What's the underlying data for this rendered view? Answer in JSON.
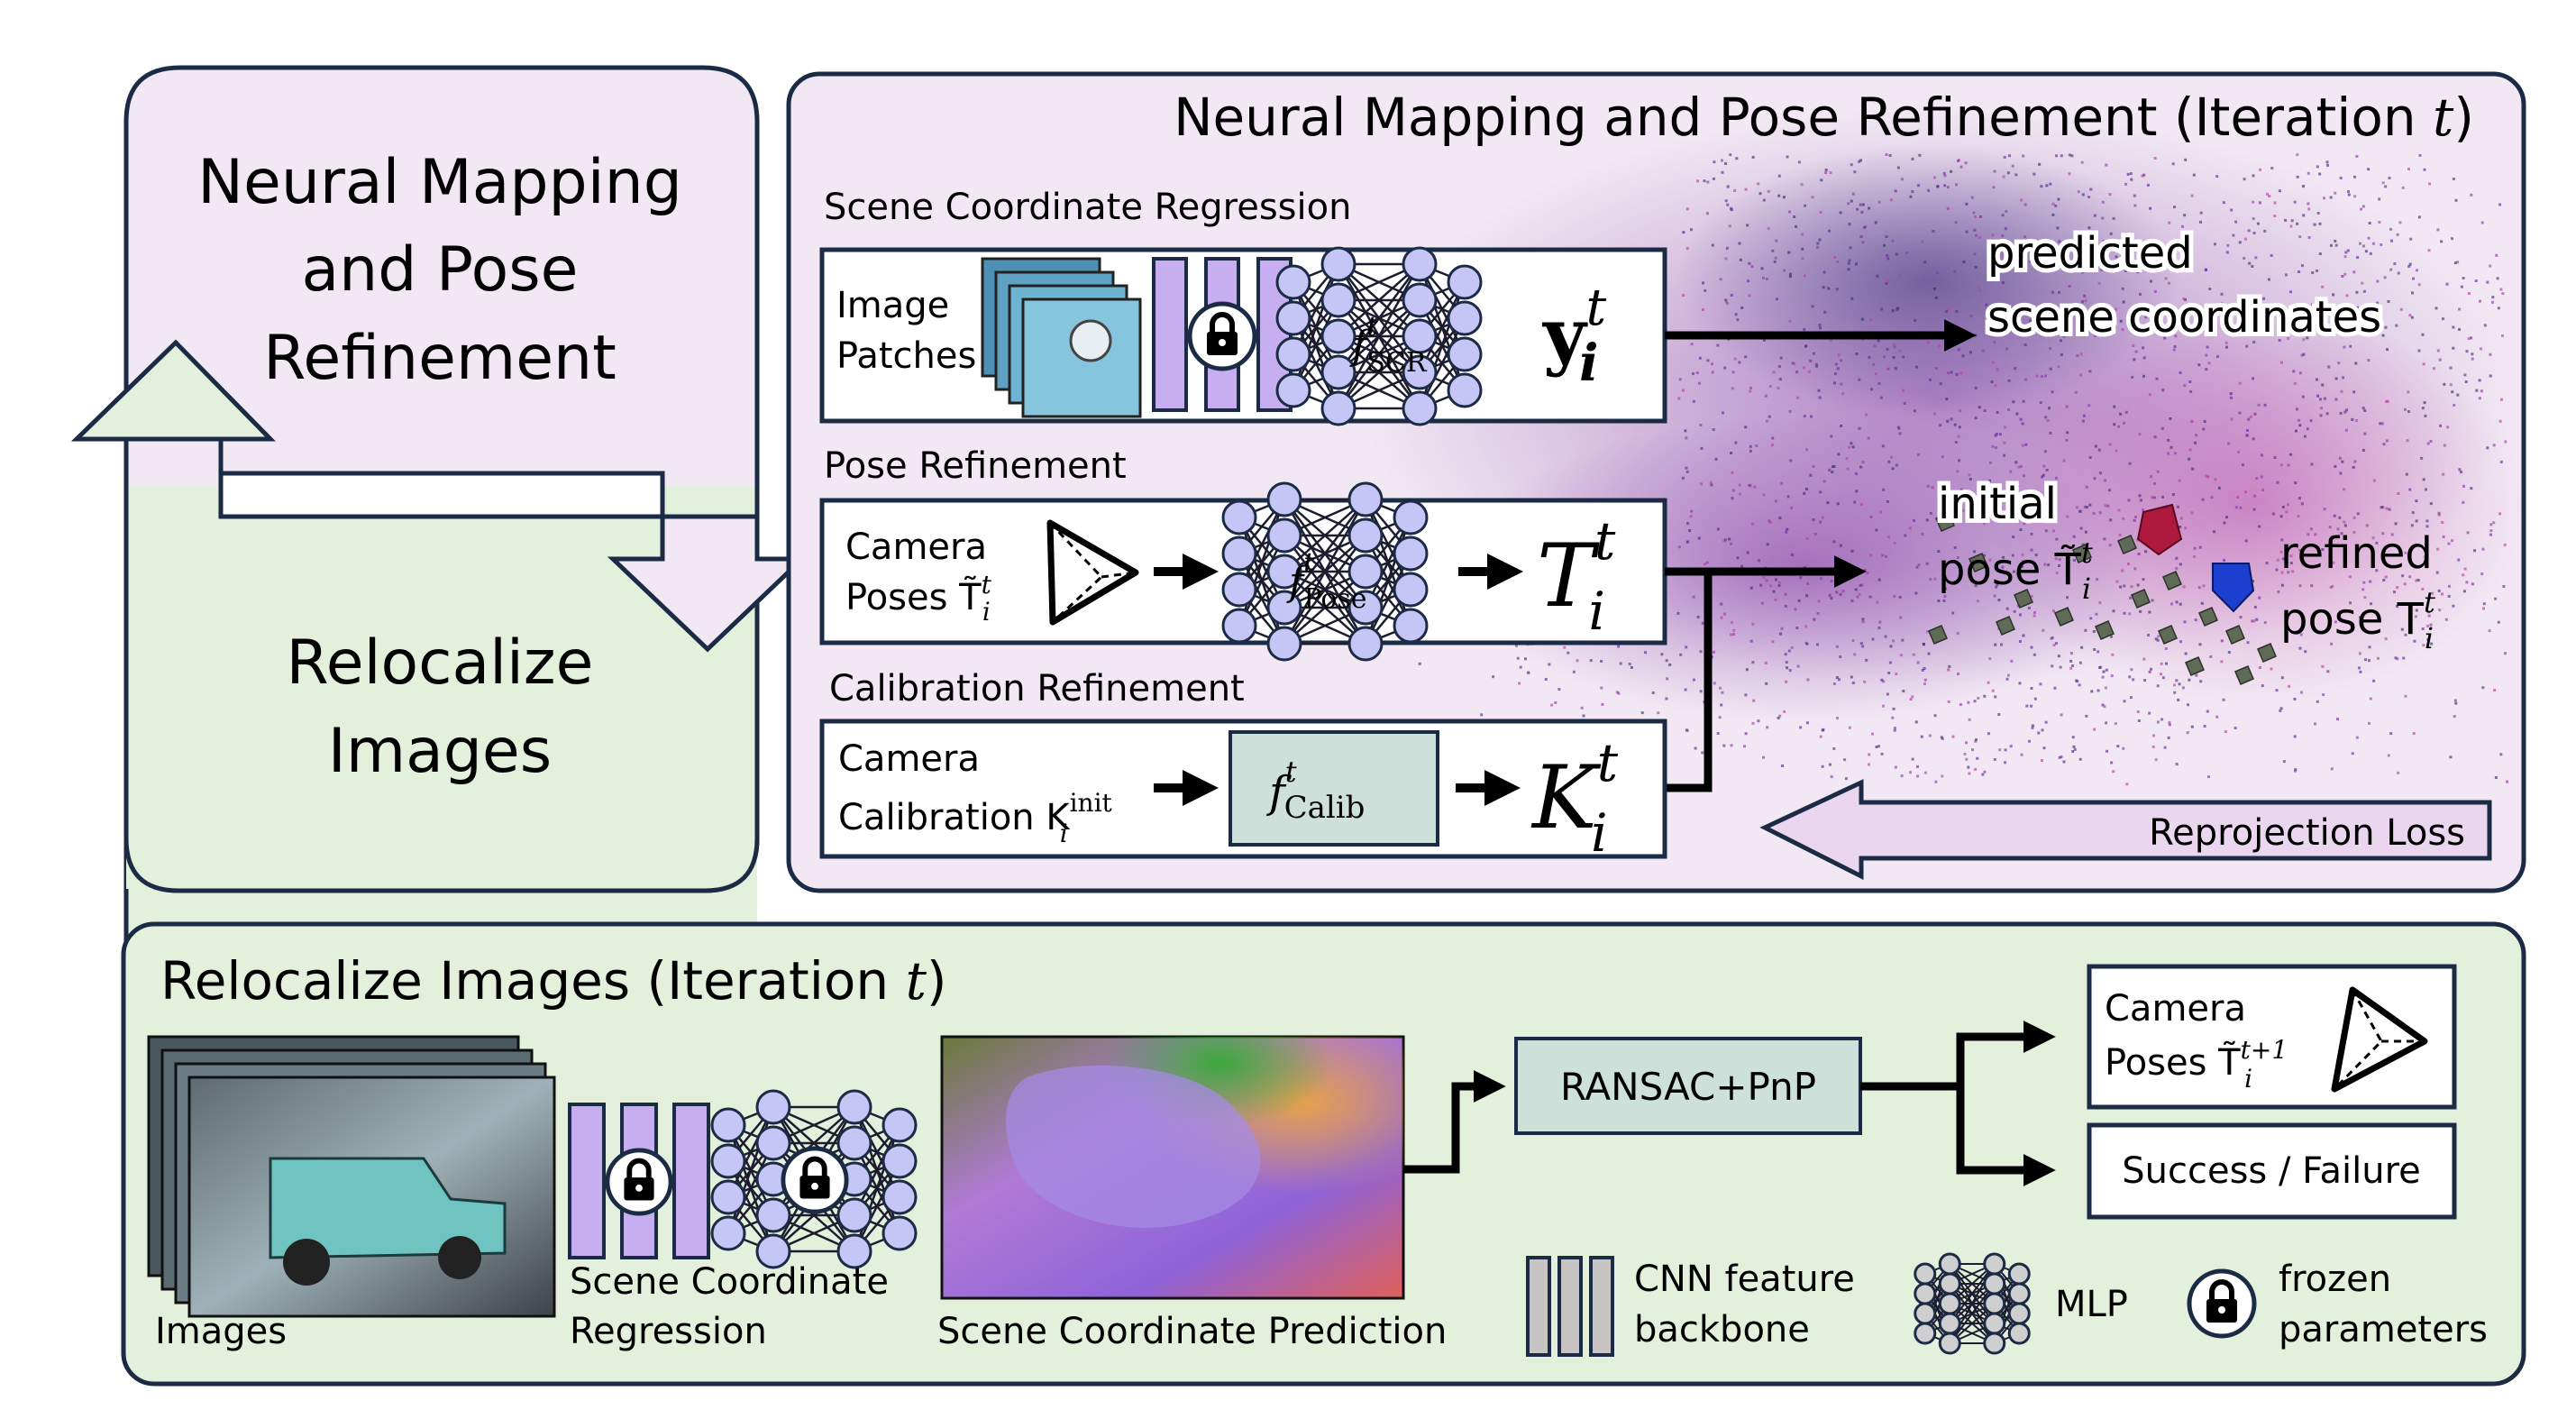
{
  "left_panel": {
    "top_title_lines": [
      "Neural Mapping",
      "and Pose",
      "Refinement"
    ],
    "bottom_title_lines": [
      "Relocalize",
      "Images"
    ]
  },
  "mapping_panel": {
    "title": "Neural Mapping and Pose Refinement (Iteration ",
    "title_var": "t",
    "title_close": ")",
    "scr_section": {
      "label": "Scene Coordinate Regression",
      "input_lines": [
        "Image",
        "Patches"
      ],
      "network": "f",
      "network_sup": "t",
      "network_sub": "SCR",
      "output": "y",
      "output_sup": "t",
      "output_sub": "i",
      "target_lines": [
        "predicted",
        "scene coordinates"
      ]
    },
    "pose_section": {
      "label": "Pose Refinement",
      "input_lines": [
        "Camera",
        "Poses T̃"
      ],
      "input_sup": "t",
      "input_sub": "i",
      "network": "f",
      "network_sup": "t",
      "network_sub": "Pose",
      "output": "T",
      "output_sup": "t",
      "output_sub": "i",
      "initial_lines": [
        "initial",
        "pose T̃"
      ],
      "refined_lines": [
        "refined",
        "pose T"
      ]
    },
    "calib_section": {
      "label": "Calibration Refinement",
      "input_lines": [
        "Camera",
        "Calibration K"
      ],
      "input_sup": "init",
      "input_sub": "i",
      "network": "f",
      "network_sup": "t",
      "network_sub": "Calib",
      "output": "K",
      "output_sup": "t",
      "output_sub": "i"
    },
    "loss_label": "Reprojection Loss"
  },
  "relocalize_panel": {
    "title": "Relocalize Images (Iteration ",
    "title_var": "t",
    "title_close": ")",
    "images_label": "Images",
    "regression_lines": [
      "Scene Coordinate",
      "Regression"
    ],
    "prediction_label": "Scene Coordinate Prediction",
    "solver_label": "RANSAC+PnP",
    "pose_output_lines": [
      "Camera",
      "Poses T̃"
    ],
    "pose_output_sup": "t+1",
    "pose_output_sub": "i",
    "status_label": "Success / Failure",
    "legend": {
      "cnn_lines": [
        "CNN feature",
        "backbone"
      ],
      "mlp_label": "MLP",
      "frozen_lines": [
        "frozen",
        "parameters"
      ]
    }
  },
  "colors": {
    "mapping_fill": "#f1e8f3",
    "relocalize_fill": "#e3f0dc",
    "cnn_block": "#c6aef0",
    "mlp_node": "#c5c6f5",
    "calib_block": "#cde0da",
    "solver_block": "#cde0da",
    "outline": "#1c2b45"
  }
}
